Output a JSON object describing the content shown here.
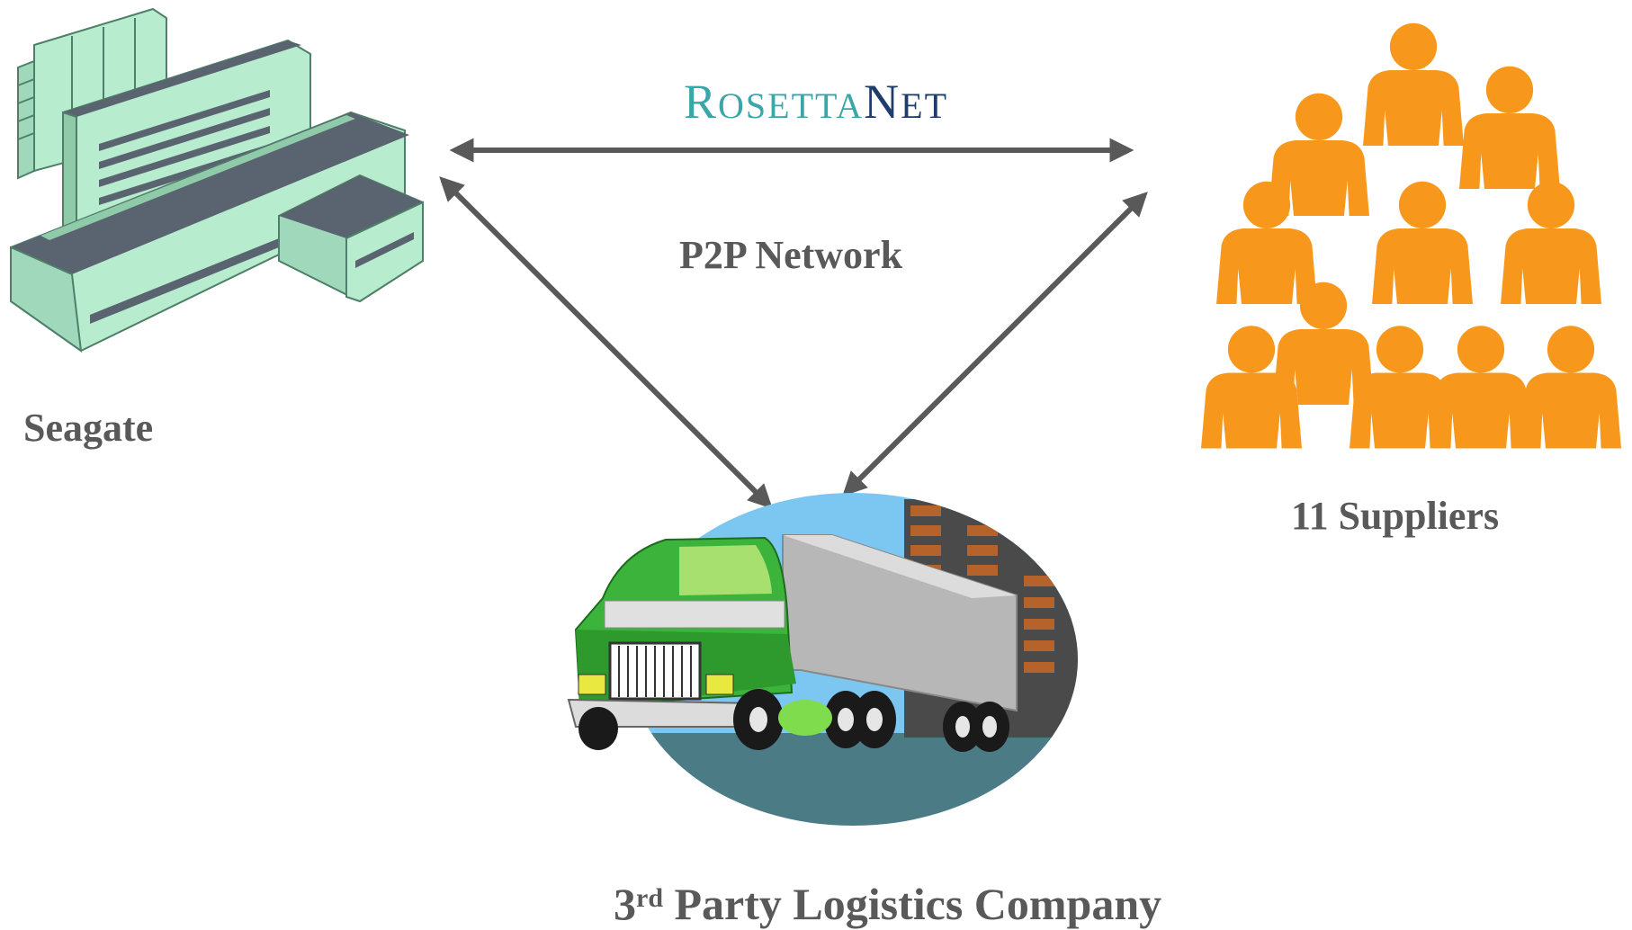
{
  "logo": {
    "r": "R",
    "o": "O",
    "setta": "SETTA",
    "n": "N",
    "et": "ET"
  },
  "labels": {
    "seagate": "Seagate",
    "suppliers": "11 Suppliers",
    "network": "P2P Network",
    "logistics_num": "3",
    "logistics_sup": "rd",
    "logistics_rest": " Party Logistics Company"
  },
  "colors": {
    "arrow": "#595959",
    "supplier": "#f7981d",
    "building_light": "#b8ecce",
    "building_dark": "#5a6470",
    "truck_green": "#3cb43c"
  }
}
